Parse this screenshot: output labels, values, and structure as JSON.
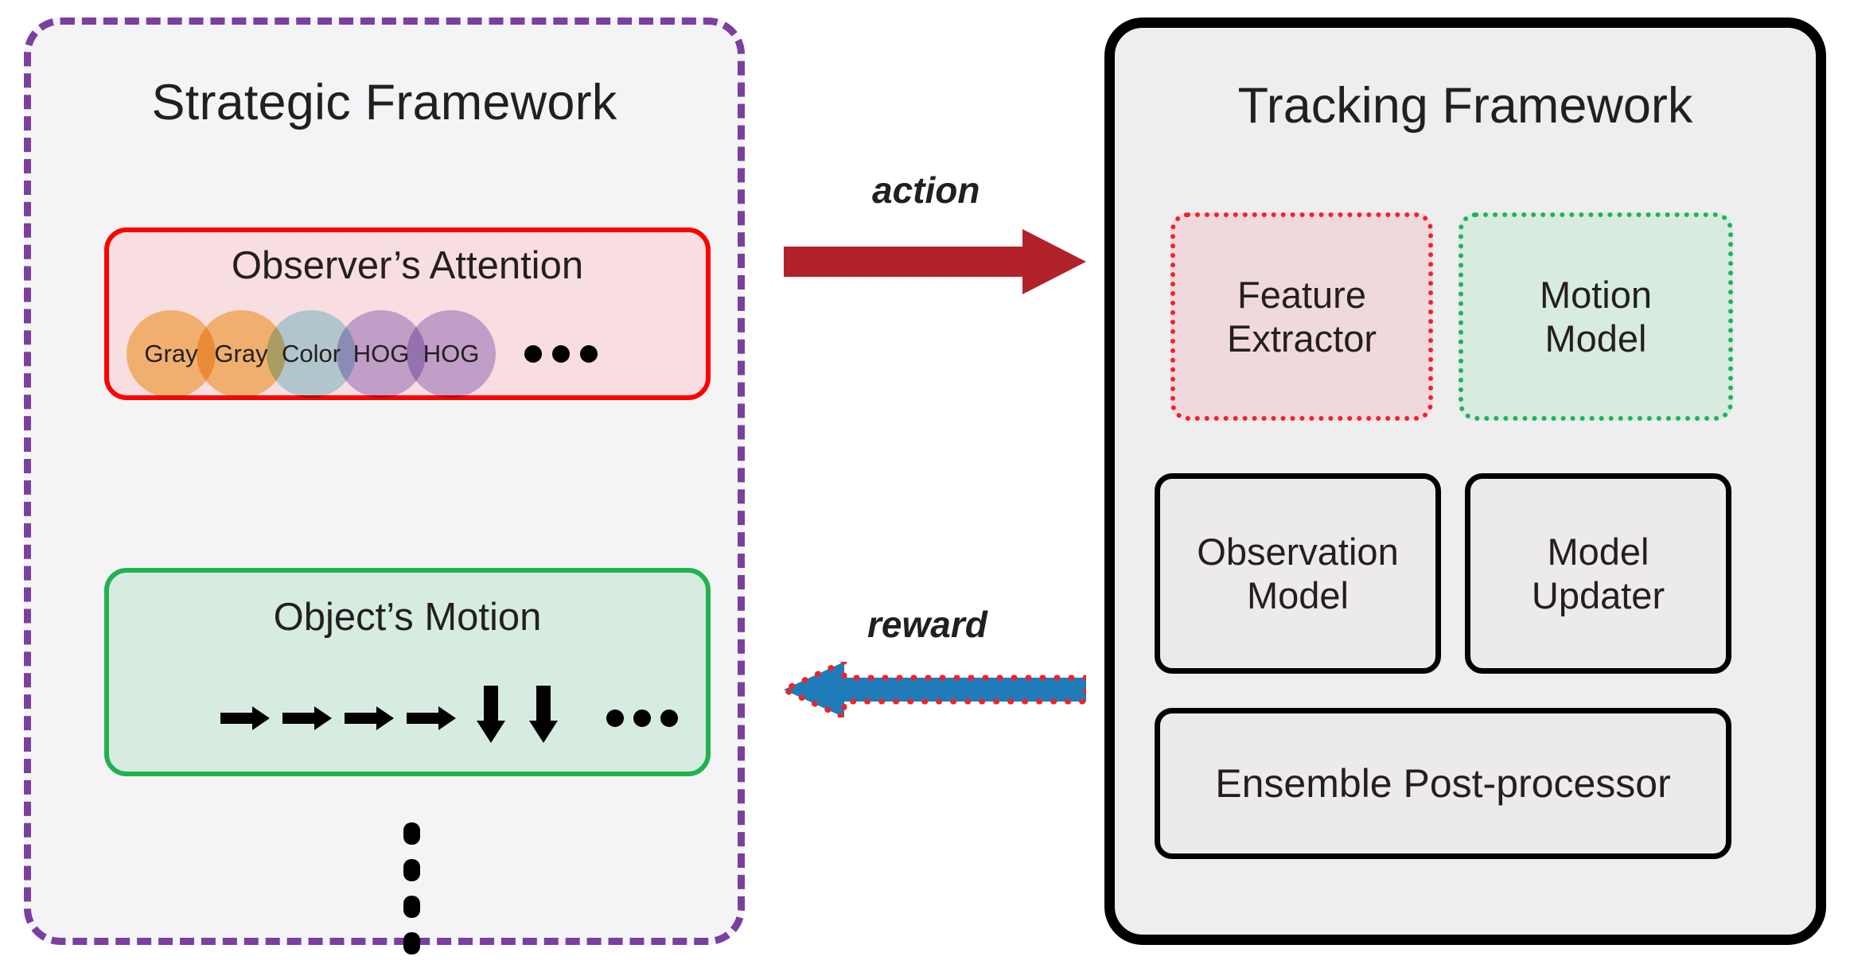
{
  "colors": {
    "page_background": "#ffffff",
    "left_panel_border": "#7b3fa0",
    "left_panel_fill": "#f4f4f7",
    "right_panel_border": "#000000",
    "right_panel_fill": "#eeeeee",
    "attention_border": "#fe0000",
    "attention_fill": "#f8dee1",
    "motion_border": "#22b24c",
    "motion_fill": "#d7ece1",
    "action_arrow": "#b2222b",
    "reward_arrow_fill": "#1f7cb8",
    "reward_arrow_outline": "#f0222b",
    "text": "#231f20"
  },
  "left_panel": {
    "title": "Strategic Framework",
    "attention": {
      "title": "Observer’s Attention",
      "features": [
        {
          "label": "Gray",
          "color": "#f7c97e"
        },
        {
          "label": "Gray",
          "color": "#f7c97e"
        },
        {
          "label": "Color",
          "color": "#b6e4e8"
        },
        {
          "label": "HOG",
          "color": "#c6b6e2"
        },
        {
          "label": "HOG",
          "color": "#c6b6e2"
        }
      ],
      "ellipsis": "•••",
      "ellipsis_name": "horizontal-ellipsis"
    },
    "motion": {
      "title": "Object’s Motion",
      "arrows": [
        {
          "direction": "right",
          "name": "arrow-right-icon"
        },
        {
          "direction": "right",
          "name": "arrow-right-icon"
        },
        {
          "direction": "right",
          "name": "arrow-right-icon"
        },
        {
          "direction": "right",
          "name": "arrow-right-icon"
        },
        {
          "direction": "down",
          "name": "arrow-down-icon"
        },
        {
          "direction": "down",
          "name": "arrow-down-icon"
        }
      ],
      "ellipsis": "•••"
    },
    "vertical_ellipsis_dots": 4
  },
  "connectors": {
    "action": {
      "label": "action",
      "direction": "right",
      "style": "solid",
      "color": "#b2222b"
    },
    "reward": {
      "label": "reward",
      "direction": "left",
      "style": "dotted-outline",
      "fill": "#1f7cb8",
      "outline": "#f0222b"
    }
  },
  "right_panel": {
    "title": "Tracking Framework",
    "modules": [
      {
        "label": "Feature\nExtractor",
        "name": "feature-extractor-module",
        "border_style": "dotted",
        "border_color": "#f0222b",
        "fill": "#f0d9dc"
      },
      {
        "label": "Motion\nModel",
        "name": "motion-model-module",
        "border_style": "dotted",
        "border_color": "#1cb35a",
        "fill": "#d8ebdf"
      },
      {
        "label": "Observation\nModel",
        "name": "observation-model-module",
        "border_style": "solid",
        "border_color": "#000000",
        "fill": "#edeaea"
      },
      {
        "label": "Model\nUpdater",
        "name": "model-updater-module",
        "border_style": "solid",
        "border_color": "#000000",
        "fill": "#edeaea"
      },
      {
        "label": "Ensemble Post-processor",
        "name": "ensemble-post-processor-module",
        "border_style": "solid",
        "border_color": "#000000",
        "fill": "#edeaea"
      }
    ]
  }
}
